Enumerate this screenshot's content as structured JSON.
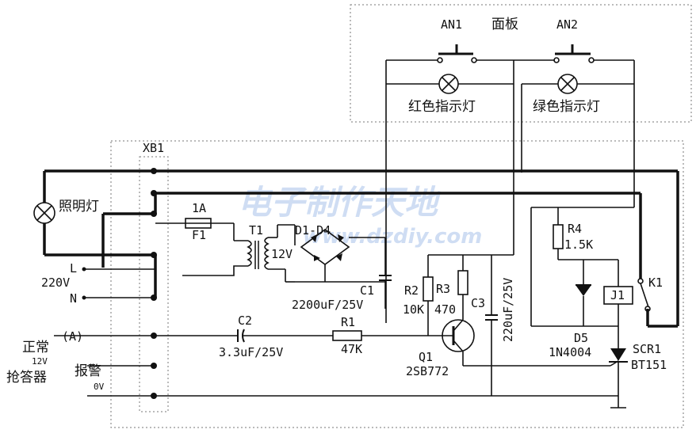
{
  "watermark": {
    "line1": "电子制作天地",
    "line2": "www.dzdiy.com"
  },
  "panel": {
    "title": "面板",
    "an1": "AN1",
    "an2": "AN2",
    "red_lamp": "红色指示灯",
    "green_lamp": "绿色指示灯"
  },
  "terminal_block": {
    "label": "XB1"
  },
  "lighting_lamp": "照明灯",
  "mains": {
    "l": "L",
    "voltage": "220V",
    "n": "N"
  },
  "input": {
    "a": "(A)",
    "normal": "正常",
    "v12": "12V",
    "alarm": "报警",
    "v0": "0V",
    "device": "抢答器"
  },
  "components": {
    "fuse_value": "1A",
    "fuse": "F1",
    "transformer": "T1",
    "transformer_sec": "12V",
    "bridge": "D1-D4",
    "c1": "C1",
    "c1_value": "2200uF/25V",
    "c2": "C2",
    "c2_value": "3.3uF/25V",
    "r1": "R1",
    "r1_value": "47K",
    "r2": "R2",
    "r2_value": "10K",
    "r3": "R3",
    "r3_value": "470",
    "c3": "C3",
    "c3_value": "220uF/25V",
    "q1": "Q1",
    "q1_value": "2SB772",
    "r4": "R4",
    "r4_value": "1.5K",
    "d5": "D5",
    "d5_value": "1N4004",
    "relay": "J1",
    "relay_contact": "K1",
    "scr": "SCR1",
    "scr_value": "BT151"
  }
}
